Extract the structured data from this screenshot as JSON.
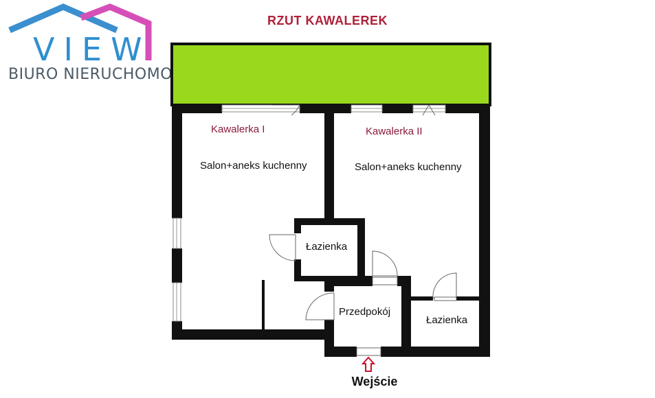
{
  "logo": {
    "brand": "VIEW",
    "subtitle": "BIURO NIERUCHOMOŚCI",
    "colors": {
      "roof_left": "#3b8fcf",
      "roof_right": "#d64fb8",
      "letters": "#2f8fcf"
    }
  },
  "plan": {
    "title": "RZUT KAWALEREK",
    "units": [
      {
        "name": "Kawalerka I",
        "rooms": [
          "Salon+aneks kuchenny",
          "Łazienka"
        ]
      },
      {
        "name": "Kawalerka II",
        "rooms": [
          "Salon+aneks kuchenny",
          "Łazienka"
        ]
      }
    ],
    "hall": "Przedpokój",
    "entrance": "Wejście",
    "colors": {
      "balcony": "#9ad81e",
      "walls": "#111111",
      "title": "#b0203a",
      "unit_label": "#8b1a3a",
      "entrance_arrow": "#c8102e"
    }
  }
}
